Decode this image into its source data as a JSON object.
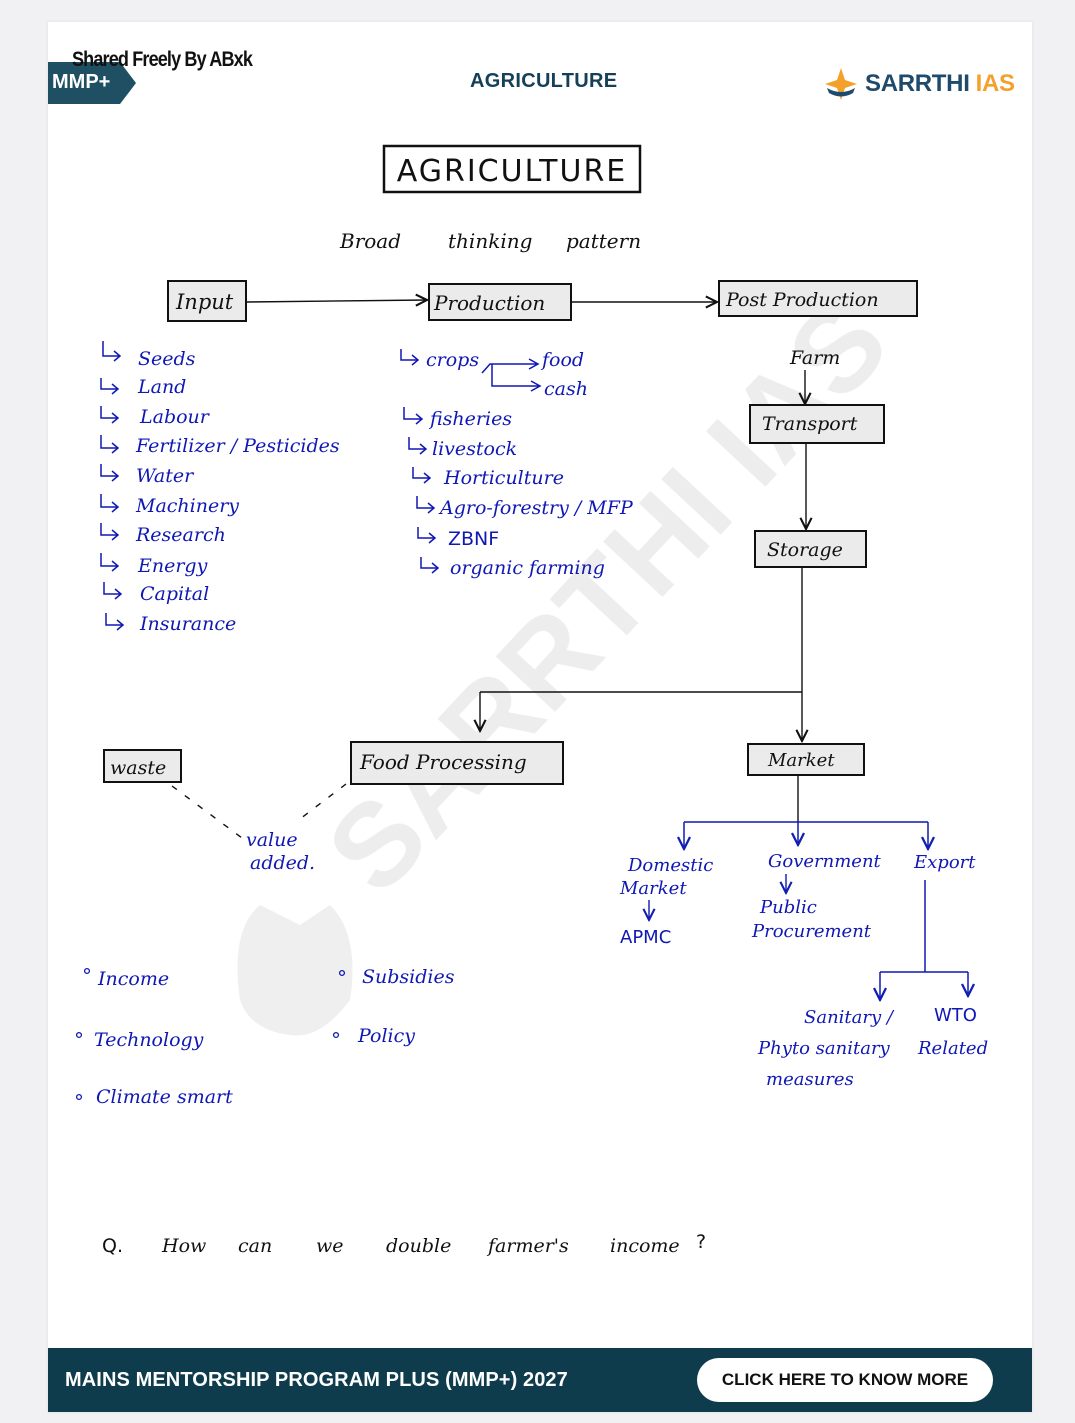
{
  "header": {
    "shared_note": "Shared Freely By ABxk",
    "badge": "MMP+",
    "title": "AGRICULTURE",
    "brand_name": "SARRTHI",
    "brand_suffix": "IAS"
  },
  "watermark": "SARRTHI IAS",
  "notes": {
    "main_title": "AGRICULTURE",
    "subtitle_words": [
      "Broad",
      "thinking",
      "pattern"
    ],
    "flow": {
      "input": "Input",
      "production": "Production",
      "post_production": "Post Production"
    },
    "input_items": [
      "Seeds",
      "Land",
      "Labour",
      "Fertilizer / Pesticides",
      "Water",
      "Machinery",
      "Research",
      "Energy",
      "Capital",
      "Insurance"
    ],
    "production_items": {
      "crops": "crops",
      "food": "food",
      "cash": "cash",
      "others": [
        "fisheries",
        "livestock",
        "Horticulture",
        "Agro-forestry / MFP",
        "ZBNF",
        "organic farming"
      ]
    },
    "post_chain": {
      "farm": "Farm",
      "transport": "Transport",
      "storage": "Storage",
      "food_processing": "Food Processing",
      "market": "Market",
      "waste": "waste",
      "value_added": [
        "value",
        "added."
      ]
    },
    "market_branches": {
      "domestic": [
        "Domestic",
        "Market"
      ],
      "apmc": "APMC",
      "government": "Government",
      "public_procurement": [
        "Public",
        "Procurement"
      ],
      "export": "Export",
      "sps": [
        "Sanitary /",
        "Phyto sanitary",
        "measures"
      ],
      "wto": [
        "WTO",
        "Related"
      ]
    },
    "bullets_left": [
      "Income",
      "Technology",
      "Climate smart"
    ],
    "bullets_right": [
      "Subsidies",
      "Policy"
    ],
    "question_words": [
      "Q.",
      "How",
      "can",
      "we",
      "double",
      "farmer's",
      "income",
      "?"
    ]
  },
  "footer": {
    "program": "MAINS MENTORSHIP PROGRAM PLUS (MMP+) 2027",
    "cta": "CLICK HERE TO KNOW MORE"
  }
}
